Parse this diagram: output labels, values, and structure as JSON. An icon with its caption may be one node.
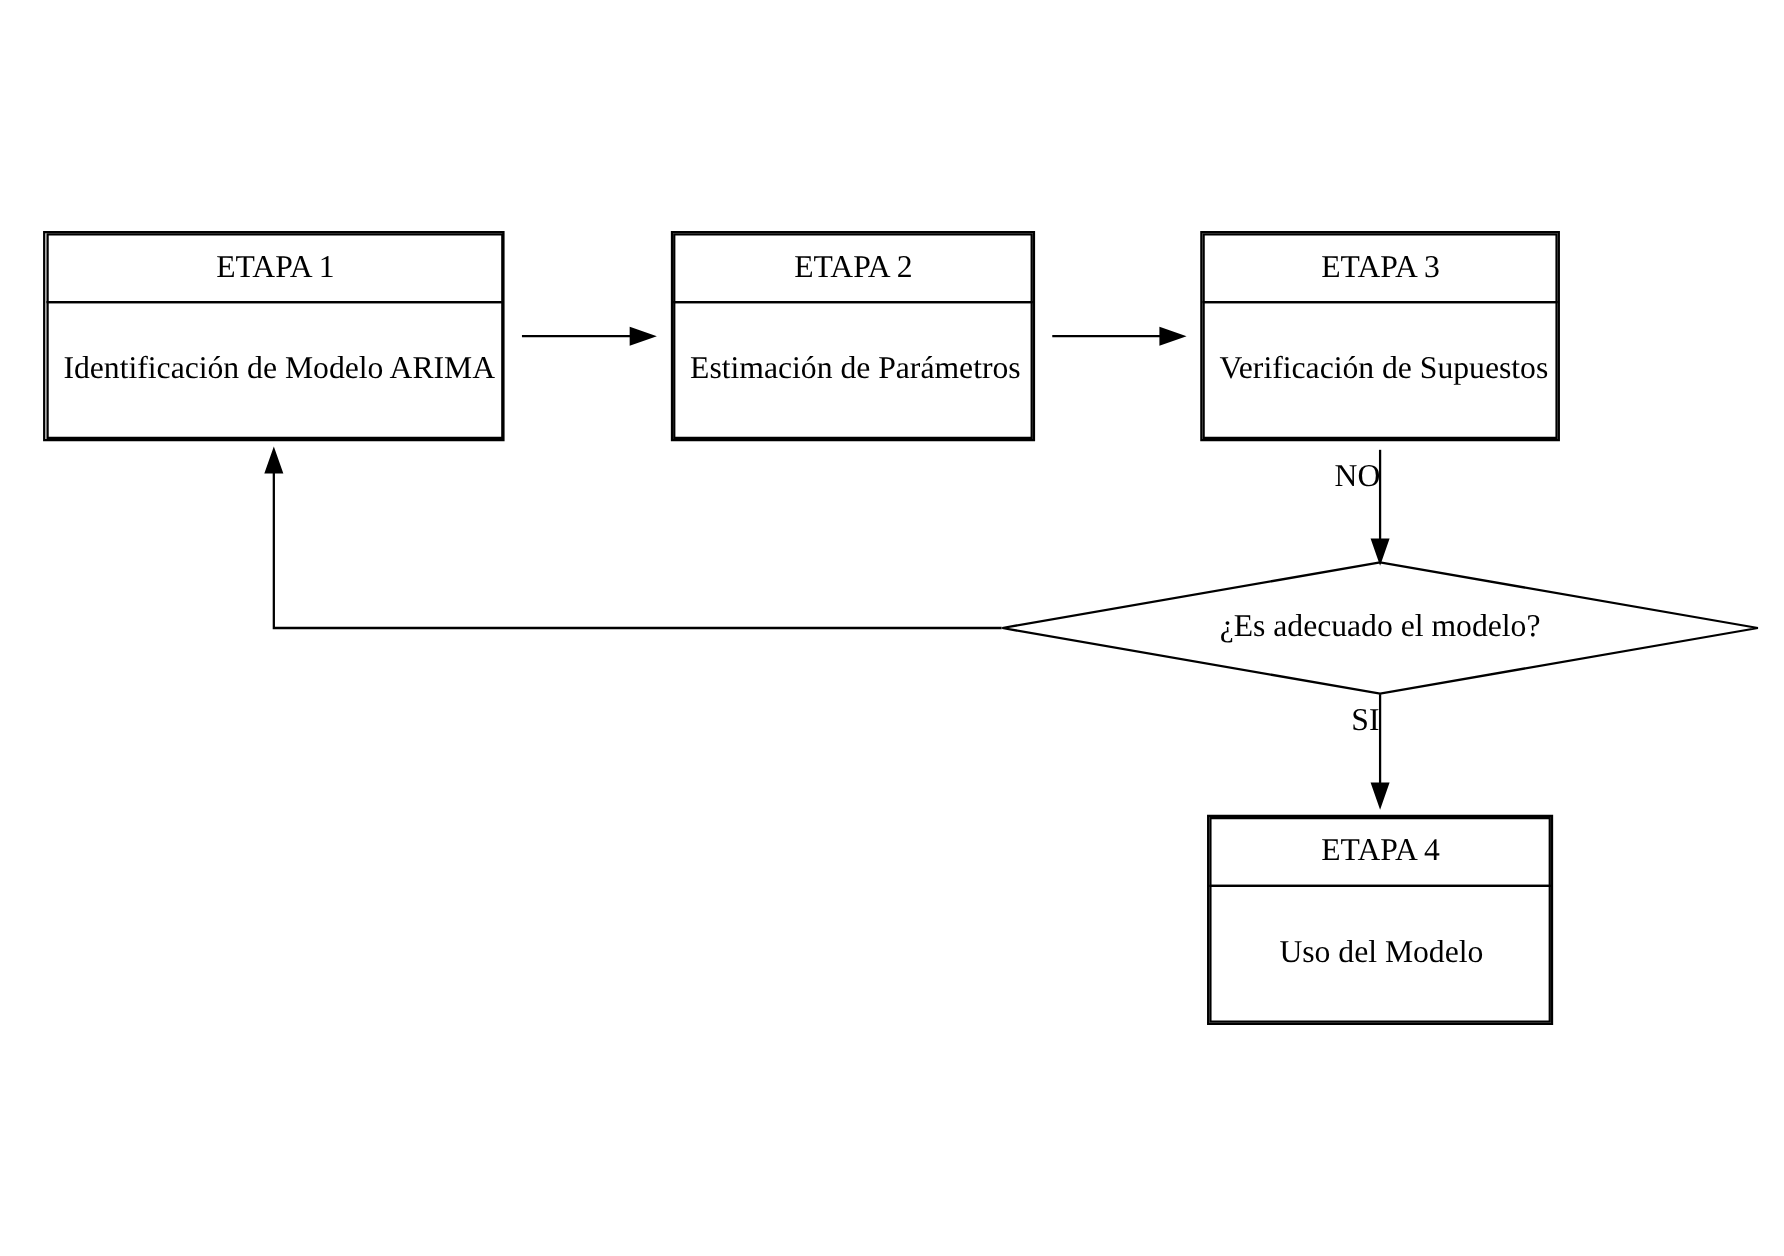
{
  "diagram": {
    "nodes": [
      {
        "text": [
          "ETAPA 1",
          "Identificación de Modelo ARIMA"
        ]
      },
      {
        "text": [
          "ETAPA 2",
          "Estimación de Parámetros"
        ]
      },
      {
        "text": [
          "ETAPA 3",
          "Verificación de Supuestos"
        ]
      },
      {
        "text": [
          "¿Es adecuado el modelo?"
        ]
      },
      {
        "text": [
          "ETAPA 4",
          "Uso del Modelo"
        ]
      }
    ],
    "edges": [
      {
        "from": 0,
        "to": 1,
        "arrow": "to"
      },
      {
        "from": 1,
        "to": 2,
        "arrow": "to"
      },
      {
        "from": 2,
        "to": 3,
        "arrow": "to",
        "label": "NO"
      },
      {
        "from": 3,
        "to": 0,
        "arrow": "to"
      },
      {
        "from": 3,
        "to": 4,
        "arrow": "to",
        "label": "SI"
      }
    ]
  }
}
